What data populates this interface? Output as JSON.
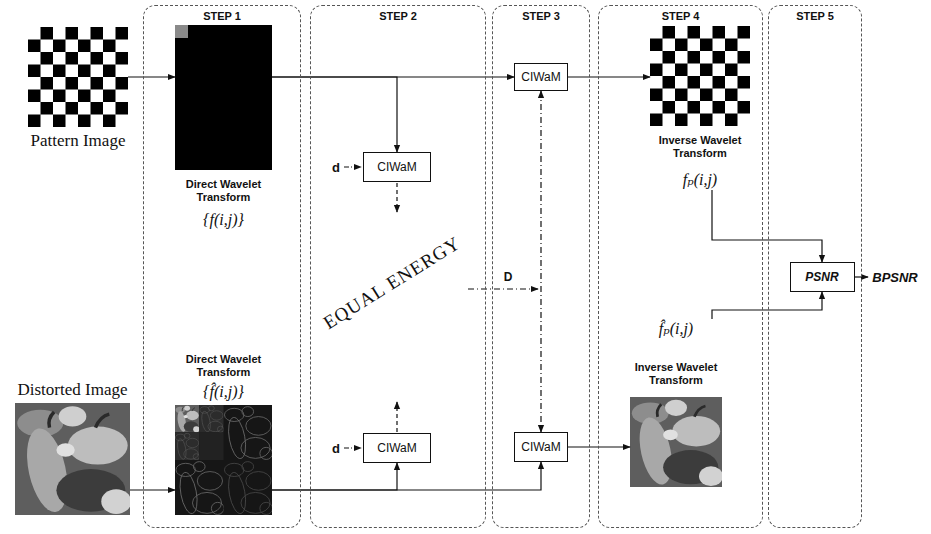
{
  "diagram": {
    "nodes": [
      {
        "text": [
          "Pattern Image"
        ]
      },
      {
        "text": [
          "Distorted Image"
        ]
      },
      {
        "text": [
          "STEP 1"
        ]
      },
      {
        "text": [
          "Direct Wavelet Transform",
          "{f(i,j)}"
        ],
        "in": 2
      },
      {
        "text": [
          "Direct Wavelet Transform",
          "{f̂(i,j)}"
        ],
        "in": 2
      },
      {
        "text": [
          "STEP 2"
        ]
      },
      {
        "text": [
          "CIWaM"
        ],
        "in": 5
      },
      {
        "text": [
          "CIWaM"
        ],
        "in": 5
      },
      {
        "text": [
          "STEP 3"
        ]
      },
      {
        "text": [
          "CIWaM"
        ],
        "in": 8
      },
      {
        "text": [
          "CIWaM"
        ],
        "in": 8
      },
      {
        "text": [
          "STEP 4"
        ]
      },
      {
        "text": [
          "Inverse Wavelet Transform",
          "fₚ(i,j)"
        ],
        "in": 11
      },
      {
        "text": [
          "f̂ₚ(i,j)",
          "Inverse Wavelet Transform"
        ],
        "in": 11
      },
      {
        "text": [
          "STEP 5"
        ]
      },
      {
        "text": [
          "PSNR"
        ],
        "in": 14
      }
    ],
    "edges": [
      {
        "from": 0,
        "to": 3,
        "arrow": "to"
      },
      {
        "from": 3,
        "to": 9,
        "arrow": "to"
      },
      {
        "from": 3,
        "to": 6,
        "arrow": "to"
      },
      {
        "from": 9,
        "to": 12,
        "arrow": "to"
      },
      {
        "from": 12,
        "to": 15,
        "arrow": "to"
      },
      {
        "from": 1,
        "to": 4,
        "arrow": "to"
      },
      {
        "from": 4,
        "to": 10,
        "arrow": "to"
      },
      {
        "from": 4,
        "to": 7,
        "arrow": "to"
      },
      {
        "from": 10,
        "to": 13,
        "arrow": "to"
      },
      {
        "from": 13,
        "to": 15,
        "arrow": "to"
      },
      {
        "from": 9,
        "to": 10,
        "arrow": "both"
      }
    ],
    "labels": [
      "d",
      "d",
      "EQUAL ENERGY",
      "D",
      "BPSNR"
    ]
  }
}
